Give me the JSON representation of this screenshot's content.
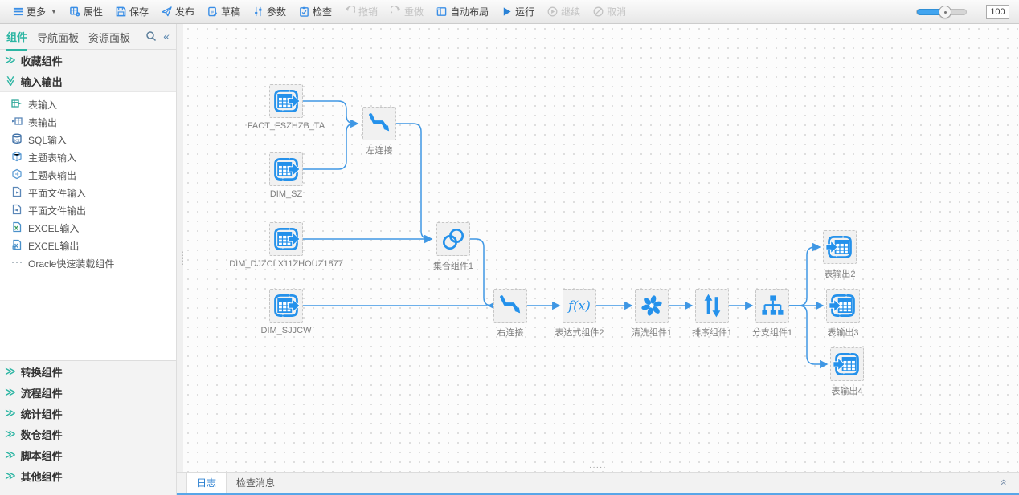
{
  "toolbar": {
    "items": [
      {
        "label": "更多",
        "icon": "menu-icon",
        "disabled": false
      },
      {
        "label": "属性",
        "icon": "properties-icon",
        "disabled": false
      },
      {
        "label": "保存",
        "icon": "save-icon",
        "disabled": false
      },
      {
        "label": "发布",
        "icon": "publish-icon",
        "disabled": false
      },
      {
        "label": "草稿",
        "icon": "draft-icon",
        "disabled": false
      },
      {
        "label": "参数",
        "icon": "parameters-icon",
        "disabled": false
      },
      {
        "label": "检查",
        "icon": "inspect-icon",
        "disabled": false
      },
      {
        "label": "撤销",
        "icon": "undo-icon",
        "disabled": true
      },
      {
        "label": "重做",
        "icon": "redo-icon",
        "disabled": true
      },
      {
        "label": "自动布局",
        "icon": "auto-layout-icon",
        "disabled": false
      },
      {
        "label": "运行",
        "icon": "run-icon",
        "disabled": false
      },
      {
        "label": "继续",
        "icon": "continue-icon",
        "disabled": true
      },
      {
        "label": "取消",
        "icon": "cancel-icon",
        "disabled": true
      }
    ],
    "zoom": {
      "value": "100"
    }
  },
  "sidebar": {
    "tabs": [
      {
        "label": "组件",
        "active": true
      },
      {
        "label": "导航面板",
        "active": false
      },
      {
        "label": "资源面板",
        "active": false
      }
    ],
    "sections": [
      {
        "label": "收藏组件",
        "expanded": false
      },
      {
        "label": "输入输出",
        "expanded": true
      },
      {
        "label": "转换组件",
        "expanded": false
      },
      {
        "label": "流程组件",
        "expanded": false
      },
      {
        "label": "统计组件",
        "expanded": false
      },
      {
        "label": "数仓组件",
        "expanded": false
      },
      {
        "label": "脚本组件",
        "expanded": false
      },
      {
        "label": "其他组件",
        "expanded": false
      }
    ],
    "io_items": [
      {
        "label": "表输入",
        "icon": "table-input-icon"
      },
      {
        "label": "表输出",
        "icon": "table-output-icon"
      },
      {
        "label": "SQL输入",
        "icon": "sql-input-icon"
      },
      {
        "label": "主题表输入",
        "icon": "subject-table-input-icon"
      },
      {
        "label": "主题表输出",
        "icon": "subject-table-output-icon"
      },
      {
        "label": "平面文件输入",
        "icon": "flat-file-input-icon"
      },
      {
        "label": "平面文件输出",
        "icon": "flat-file-output-icon"
      },
      {
        "label": "EXCEL输入",
        "icon": "excel-input-icon"
      },
      {
        "label": "EXCEL输出",
        "icon": "excel-output-icon"
      },
      {
        "label": "Oracle快速装载组件",
        "icon": "oracle-loader-icon"
      }
    ]
  },
  "canvas": {
    "nodes": [
      {
        "label": "FACT_FSZHZB_TA",
        "type": "table-input"
      },
      {
        "label": "DIM_SZ",
        "type": "table-input"
      },
      {
        "label": "左连接",
        "type": "join"
      },
      {
        "label": "DIM_DJZCLX11ZHOUZ1877",
        "type": "table-input"
      },
      {
        "label": "集合组件1",
        "type": "set-union"
      },
      {
        "label": "DIM_SJJCW",
        "type": "table-input"
      },
      {
        "label": "右连接",
        "type": "join"
      },
      {
        "label": "表达式组件2",
        "type": "expression"
      },
      {
        "label": "清洗组件1",
        "type": "clean"
      },
      {
        "label": "排序组件1",
        "type": "sort"
      },
      {
        "label": "分支组件1",
        "type": "branch"
      },
      {
        "label": "表输出2",
        "type": "table-output"
      },
      {
        "label": "表输出3",
        "type": "table-output"
      },
      {
        "label": "表输出4",
        "type": "table-output"
      }
    ]
  },
  "bottom_panel": {
    "tabs": [
      {
        "label": "日志",
        "active": true
      },
      {
        "label": "检查消息",
        "active": false
      }
    ]
  },
  "colors": {
    "accent_blue": "#3a8ee6",
    "accent_teal": "#2cb5a3",
    "edge_blue": "#3f97e4",
    "node_icon_blue": "#2491eb",
    "disabled_gray": "#c3c3c3"
  }
}
